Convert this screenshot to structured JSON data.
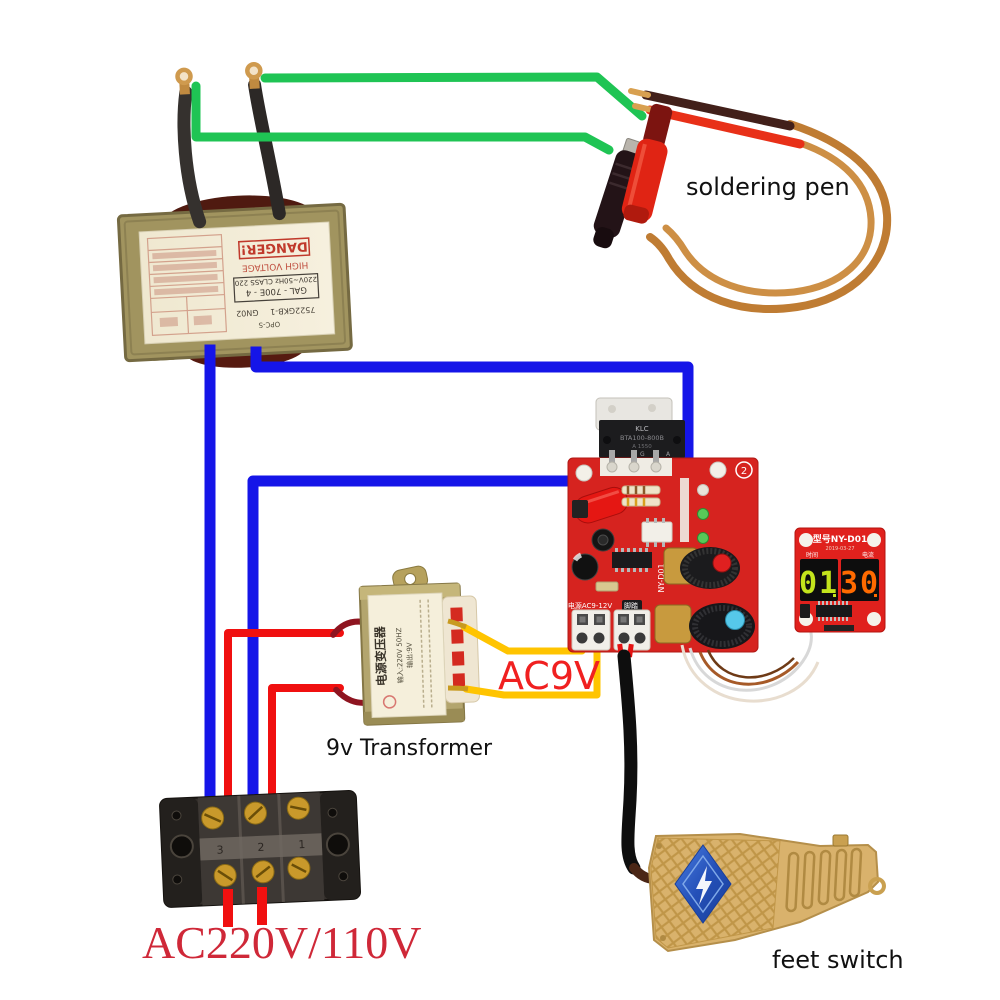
{
  "labels": {
    "soldering_pen": "soldering pen",
    "transformer_9v": "9v Transformer",
    "ac9v": "AC9V",
    "ac_mains": "AC220V/110V",
    "feet_switch": "feet switch"
  },
  "main_transformer_label": {
    "danger": "DANGER!",
    "high_voltage": "HIGH VOLTAGE",
    "model": "GAL - 700E - 4",
    "spec": "220V~50Hz CLASS 220",
    "serial": "7522GKB-1",
    "code": "GN02",
    "code2": "OPC-S"
  },
  "control_board": {
    "triac_brand": "KLC",
    "triac_model": "BTA100-800B",
    "triac_sub": "A 1550",
    "triac_pin_k": "K",
    "triac_pin_g": "G",
    "triac_pin_a": "A",
    "power_terminal_label": "电源AC9-12V",
    "foot_terminal_label": "脚踏",
    "board_model": "NY-D01",
    "corner_mark": "2"
  },
  "display_board": {
    "model_label": "型号NY-D01",
    "date": "2019-03-27",
    "left_caption": "时间",
    "right_caption": "电流",
    "left_value": "01",
    "right_value": "30"
  },
  "small_transformer_label": {
    "title": "电源变压器",
    "line1": "输入:220V 50HZ",
    "line2": "输出:9V"
  },
  "terminal_block": {
    "pos1": "3",
    "pos2": "2",
    "pos3": "1"
  },
  "colors": {
    "wire_green": "#1fc454",
    "wire_blue": "#1515e8",
    "wire_red": "#f01010",
    "wire_yellow": "#ffc400",
    "wire_black": "#0e0e0e",
    "copper": "#bf7c33",
    "pcb_red": "#d6231f",
    "pedal_gold": "#d9b26c",
    "ac9v_text": "#f02020",
    "mains_text": "#cf2838",
    "digit_green": "#c3e41c",
    "digit_orange": "#ff6a00"
  }
}
